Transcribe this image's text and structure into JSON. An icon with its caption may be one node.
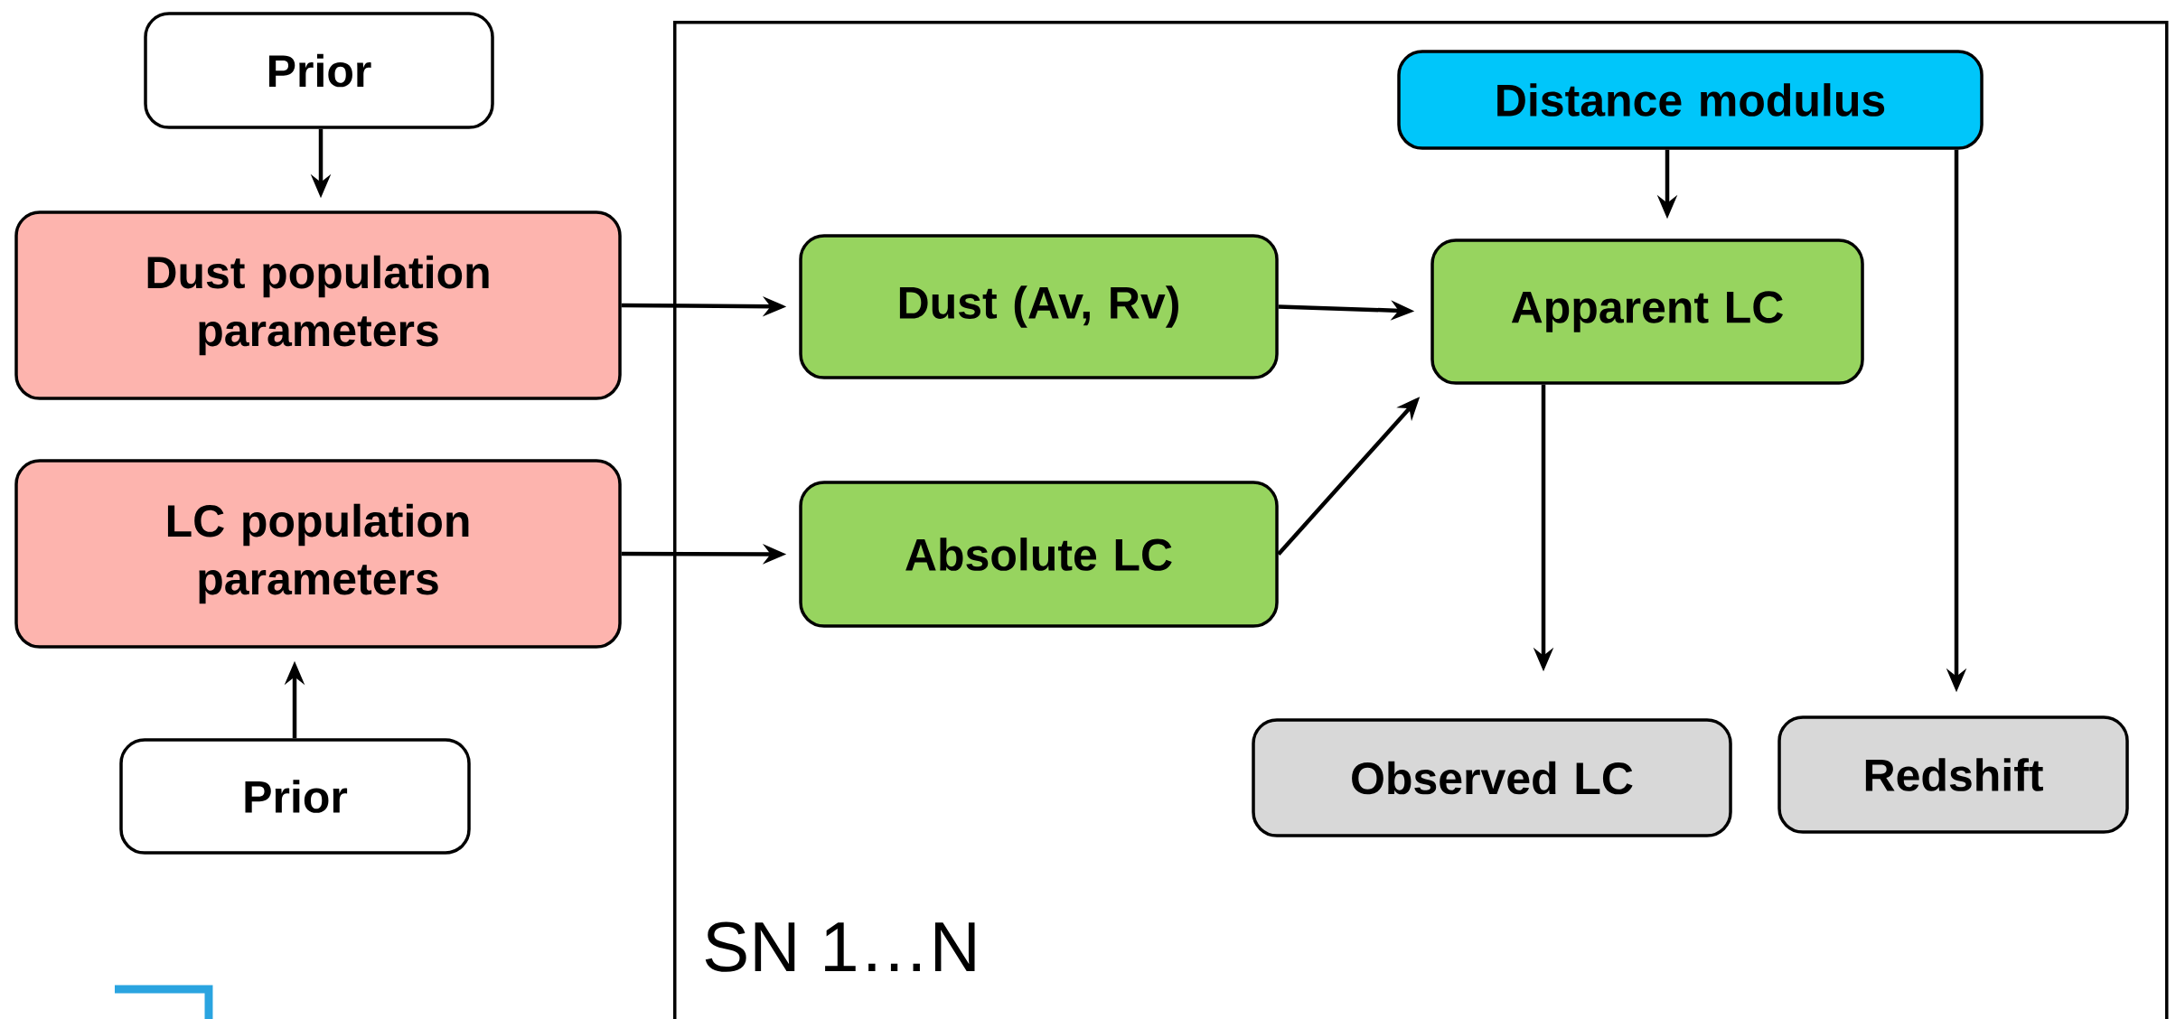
{
  "diagram": {
    "nodes": [
      {
        "text": [
          "Prior"
        ]
      },
      {
        "text": [
          "Dust population parameters"
        ]
      },
      {
        "text": [
          "LC population parameters"
        ]
      },
      {
        "text": [
          "Prior"
        ]
      },
      {
        "text": [
          "SN 1…N"
        ]
      },
      {
        "text": [
          "Distance modulus"
        ],
        "in": 4
      },
      {
        "text": [
          "Dust (Av, Rv)"
        ],
        "in": 4
      },
      {
        "text": [
          "Apparent LC"
        ],
        "in": 4
      },
      {
        "text": [
          "Absolute LC"
        ],
        "in": 4
      },
      {
        "text": [
          "Observed LC"
        ],
        "in": 4
      },
      {
        "text": [
          "Redshift"
        ],
        "in": 4
      }
    ],
    "edges": [
      {
        "from": 0,
        "to": 1,
        "arrow": "to"
      },
      {
        "from": 3,
        "to": 2,
        "arrow": "to"
      },
      {
        "from": 1,
        "to": 6,
        "arrow": "to"
      },
      {
        "from": 2,
        "to": 8,
        "arrow": "to"
      },
      {
        "from": 6,
        "to": 7,
        "arrow": "to"
      },
      {
        "from": 8,
        "to": 7,
        "arrow": "to"
      },
      {
        "from": 5,
        "to": 7,
        "arrow": "to"
      },
      {
        "from": 7,
        "to": 9,
        "arrow": "to"
      },
      {
        "from": 5,
        "to": 10,
        "arrow": "to"
      }
    ]
  }
}
